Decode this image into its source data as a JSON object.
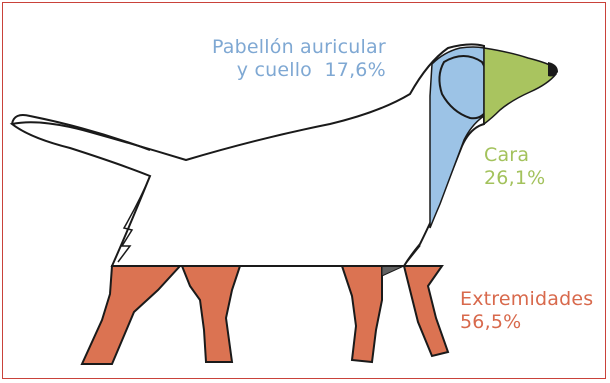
{
  "colors": {
    "frame": "#c9423a",
    "ear_neck": "#9cc3e6",
    "face": "#a9c45f",
    "limbs": "#db7352",
    "paws": "#616161",
    "outline": "#1a1a1a"
  },
  "icons": {
    "figure": "dog-silhouette-icon"
  },
  "regions": {
    "ear_neck": {
      "line1": "Pabellón auricular",
      "line2": "y cuello  17,6%",
      "percent": 17.6
    },
    "face": {
      "line1": "Cara",
      "line2": "26,1%",
      "percent": 26.1
    },
    "limbs": {
      "line1": "Extremidades",
      "line2": "56,5%",
      "percent": 56.5
    }
  }
}
